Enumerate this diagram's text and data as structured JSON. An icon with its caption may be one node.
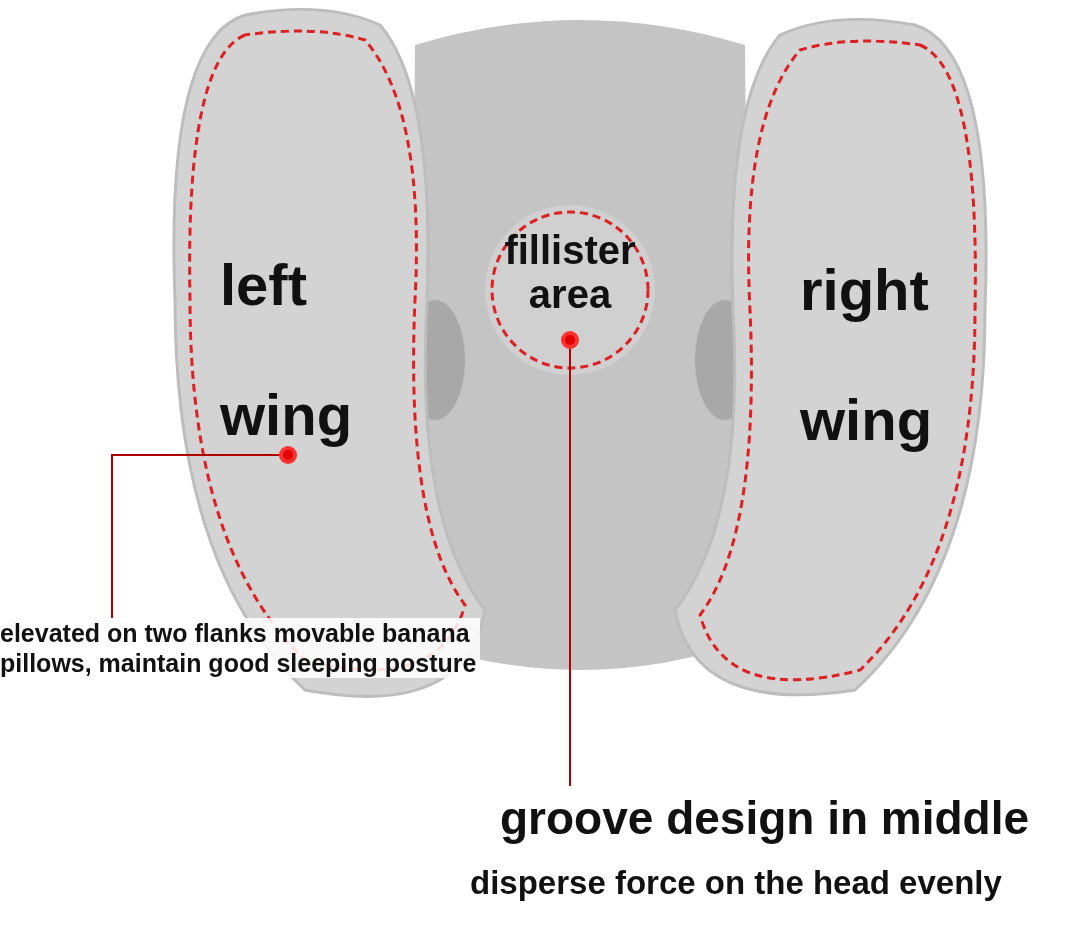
{
  "diagram": {
    "nodes": [
      {
        "text": [],
        "shape": "picture"
      },
      {
        "text": [
          "left wing"
        ],
        "in": 0
      },
      {
        "text": [
          "fillister area"
        ],
        "in": 0
      },
      {
        "text": [
          "right wing"
        ],
        "in": 0
      },
      {
        "text": [
          "elevated on two flanks movable banana pillows, maintain good sleeping posture"
        ]
      },
      {
        "text": [
          "groove design in middle",
          "disperse force on the head evenly"
        ]
      }
    ],
    "edges": [
      {
        "from": 4,
        "to": 1,
        "arrow": "other"
      },
      {
        "from": 5,
        "to": 2,
        "arrow": "other"
      }
    ]
  }
}
